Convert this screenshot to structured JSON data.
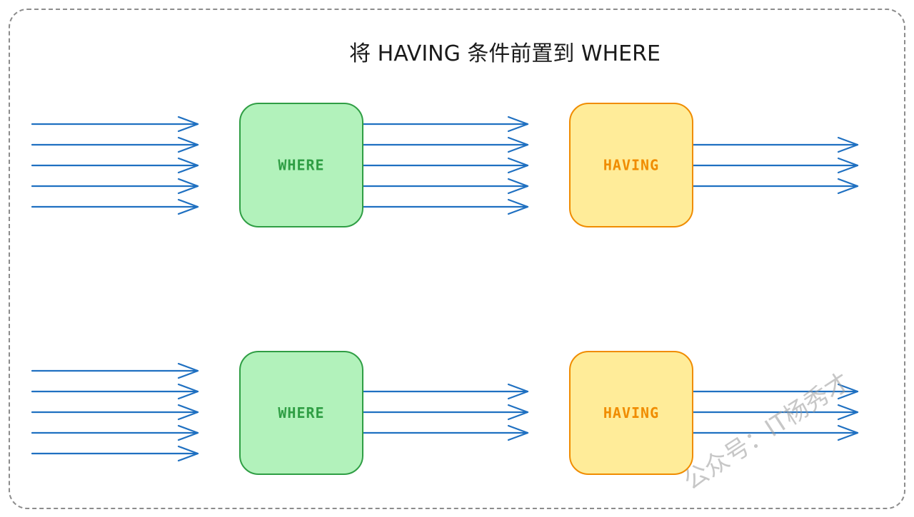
{
  "title": "将 HAVING 条件前置到 WHERE",
  "watermark": "公众号：IT杨秀才",
  "colors": {
    "arrow": "#1f70c1",
    "where_fill": "#b2f2bb",
    "where_stroke": "#2f9e44",
    "having_fill": "#ffec99",
    "having_stroke": "#f08c00",
    "frame": "#8c8c8c"
  },
  "rows": [
    {
      "input_rows": 5,
      "where": {
        "label": "WHERE",
        "output_rows": 5
      },
      "having": {
        "label": "HAVING",
        "output_rows": 3
      }
    },
    {
      "input_rows": 5,
      "where": {
        "label": "WHERE",
        "output_rows": 3
      },
      "having": {
        "label": "HAVING",
        "output_rows": 3
      }
    }
  ]
}
